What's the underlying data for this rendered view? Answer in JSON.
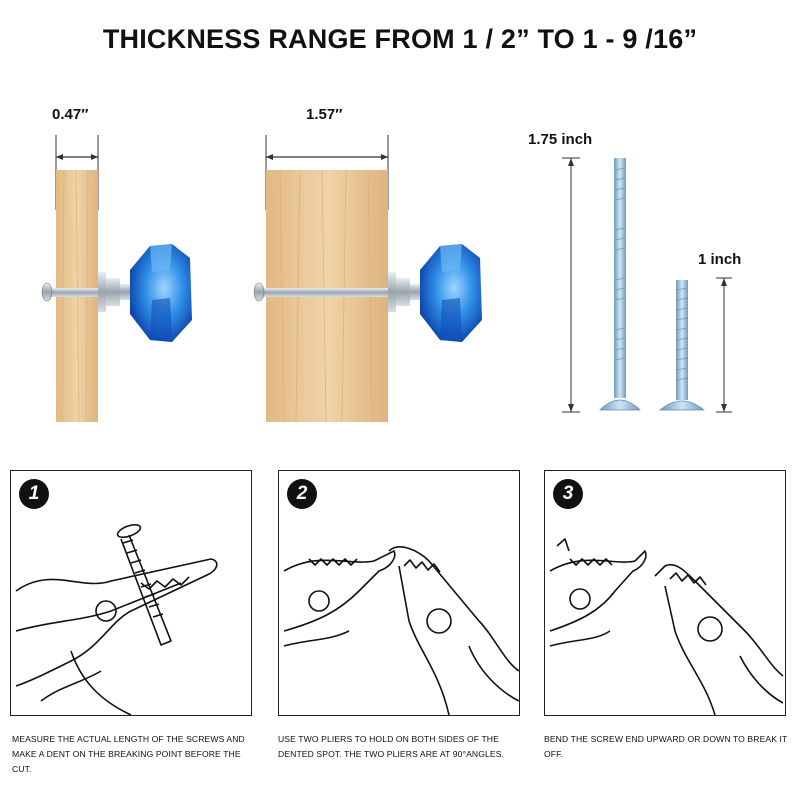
{
  "title": "THICKNESS RANGE FROM 1 / 2” TO 1 - 9 /16”",
  "thin_board": {
    "thickness": "0.47″"
  },
  "thick_board": {
    "thickness": "1.57″"
  },
  "screws": {
    "long_length": "1.75 inch",
    "short_length": "1 inch"
  },
  "colors": {
    "wood": "#e8c596",
    "knob": "#1f77d6",
    "knob_light": "#7cc4f7",
    "screw": "#8fb7d4",
    "metal": "#b9bfc6"
  },
  "steps": [
    {
      "number": "1",
      "icon": "pliers-screw-icon",
      "text": "MEASURE THE ACTUAL LENGTH OF THE SCREWS AND MAKE A DENT ON THE BREAKING POINT BEFORE THE CUT."
    },
    {
      "number": "2",
      "icon": "two-pliers-icon",
      "text": "USE TWO PLIERS TO HOLD ON BOTH SIDES OF THE DENTED SPOT. THE TWO PLIERS ARE AT 90°ANGLES."
    },
    {
      "number": "3",
      "icon": "bend-pliers-icon",
      "text": "BEND THE SCREW END UPWARD OR DOWN TO BREAK IT OFF."
    }
  ]
}
